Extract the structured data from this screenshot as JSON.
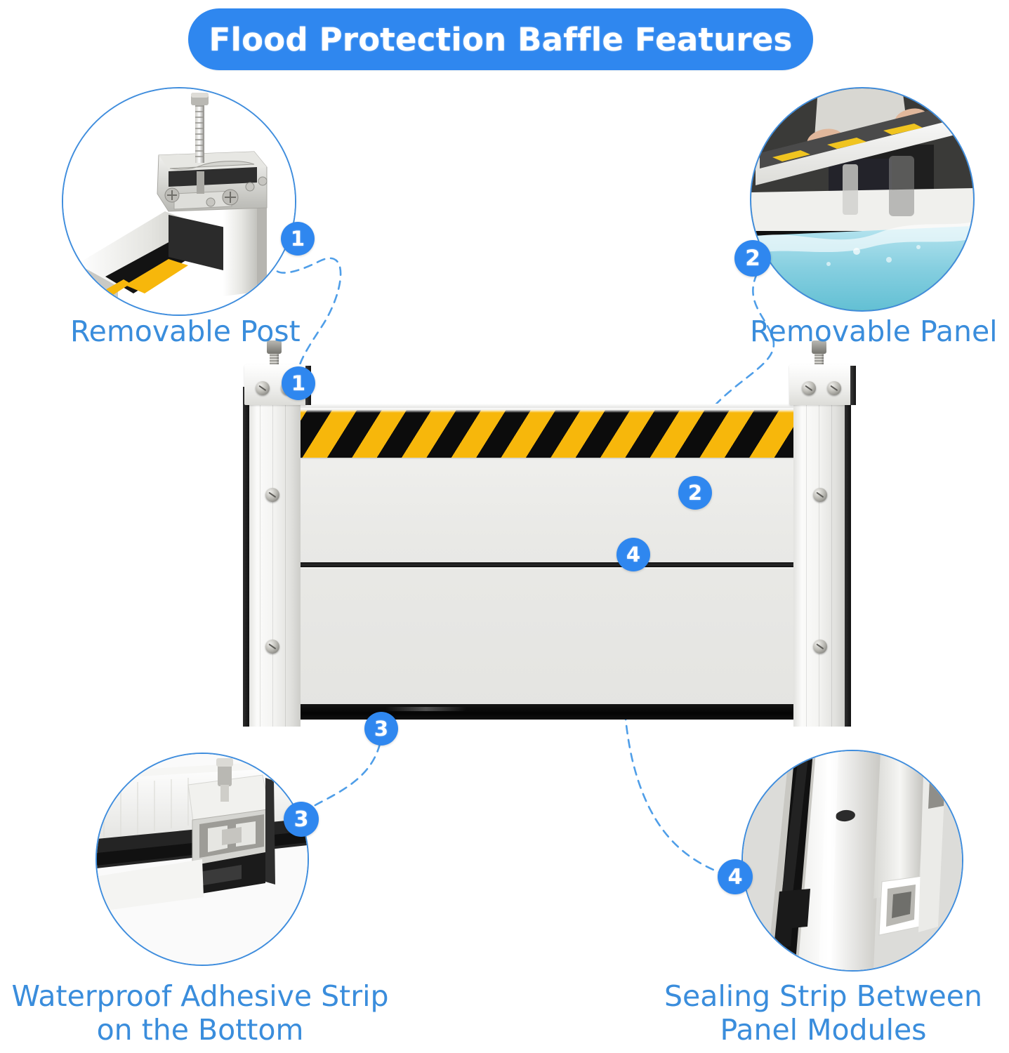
{
  "header": {
    "title": "Flood Protection Baffle Features",
    "pill_color": "#2f87ef",
    "title_color": "#ffffff"
  },
  "theme": {
    "accent_blue": "#2f87ef",
    "caption_blue": "#3a8ddc",
    "circle_border": "#3f8ddd",
    "connector_blue": "#4f9ee8",
    "hazard_yellow": "#f7b70b",
    "hazard_black": "#0c0c0c",
    "panel_white": "#eeeeeb",
    "background": "#ffffff"
  },
  "features": [
    {
      "number": "1",
      "caption": "Removable Post",
      "inset_name": "removable-post-photo",
      "inset_alt": "clamp-and-threaded-bolt-on-aluminum-post"
    },
    {
      "number": "2",
      "caption": "Removable Panel",
      "inset_name": "removable-panel-photo",
      "inset_alt": "person-lifting-panel-with-water-behind-barrier"
    },
    {
      "number": "3",
      "caption": "Waterproof Adhesive Strip\non the Bottom",
      "inset_name": "waterproof-adhesive-strip-photo",
      "inset_alt": "bottom-rail-profile-with-black-adhesive-seal"
    },
    {
      "number": "4",
      "caption": "Sealing Strip Between\nPanel Modules",
      "inset_name": "sealing-strip-photo",
      "inset_alt": "aluminum-extrusion-with-black-rubber-sealing-strip"
    }
  ],
  "badges_on_product": [
    {
      "number": "1",
      "target": "post-top-bracket"
    },
    {
      "number": "2",
      "target": "panel-upper-module"
    },
    {
      "number": "4",
      "target": "module-seam"
    },
    {
      "number": "3",
      "target": "bottom-adhesive-strip"
    }
  ],
  "product": {
    "name": "flood-protection-baffle",
    "parts": [
      "left-post",
      "right-post",
      "upper-panel",
      "lower-panel",
      "hazard-stripe-band",
      "module-seam",
      "bottom-adhesive-strip",
      "top-bracket",
      "threaded-rod",
      "post-screws"
    ]
  }
}
